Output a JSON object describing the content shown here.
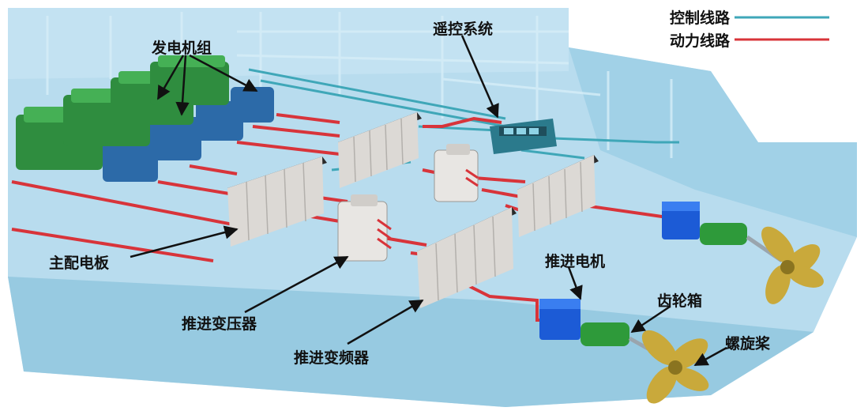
{
  "legend": {
    "control_label": "控制线路",
    "power_label": "动力线路",
    "control_color": "#3fa7b8",
    "power_color": "#d8343a"
  },
  "labels": {
    "generator_sets": "发电机组",
    "remote_control": "遥控系统",
    "main_switchboard": "主配电板",
    "propulsion_transformer": "推进变压器",
    "propulsion_converter": "推进变频器",
    "propulsion_motor": "推进电机",
    "gearbox": "齿轮箱",
    "propeller": "螺旋桨"
  },
  "colors": {
    "hull": "#a9d6ea",
    "hull_dark": "#86c2dc",
    "cabinet": "#d9d6d2",
    "cabinet_top": "#2a2a2a",
    "motor": "#1c5bd6",
    "gear": "#2e9a3a",
    "engine": "#3a9a4a",
    "alternator": "#2c6aa8",
    "propeller": "#c9a93b"
  }
}
